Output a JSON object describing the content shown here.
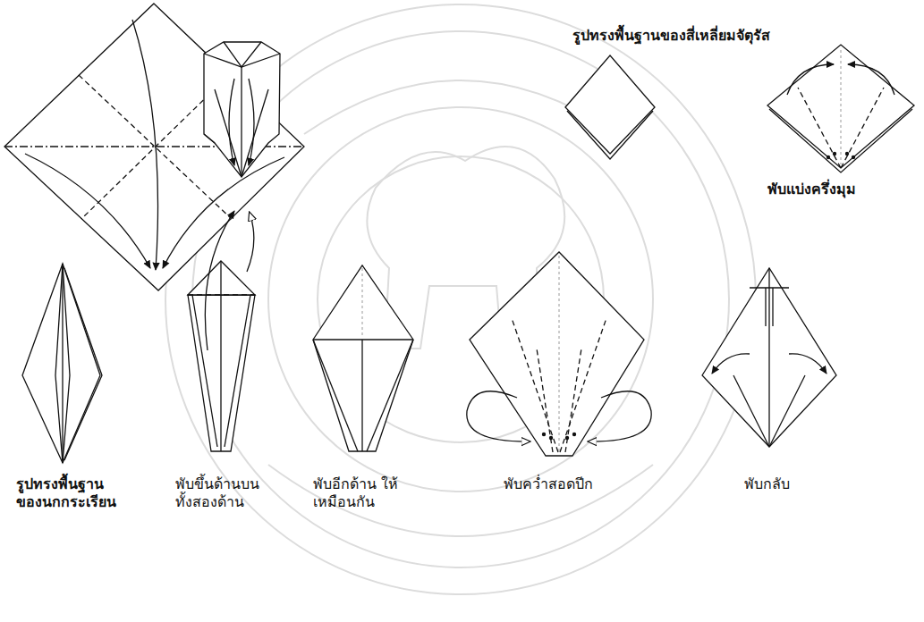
{
  "diagram": {
    "labels": [
      "รูปทรงพื้นฐานของสี่เหลี่ยมจัตุรัส",
      "พับแบ่งครึ่งมุม",
      "รูปทรงพื้นฐาน ของนกกระเรียน",
      "พับขึ้นด้านบน ทั้งสองด้าน",
      "พับอีกด้าน ให้เหมือนกัน",
      "พับคว่ำสอดปีก",
      "พับกลับ"
    ]
  }
}
